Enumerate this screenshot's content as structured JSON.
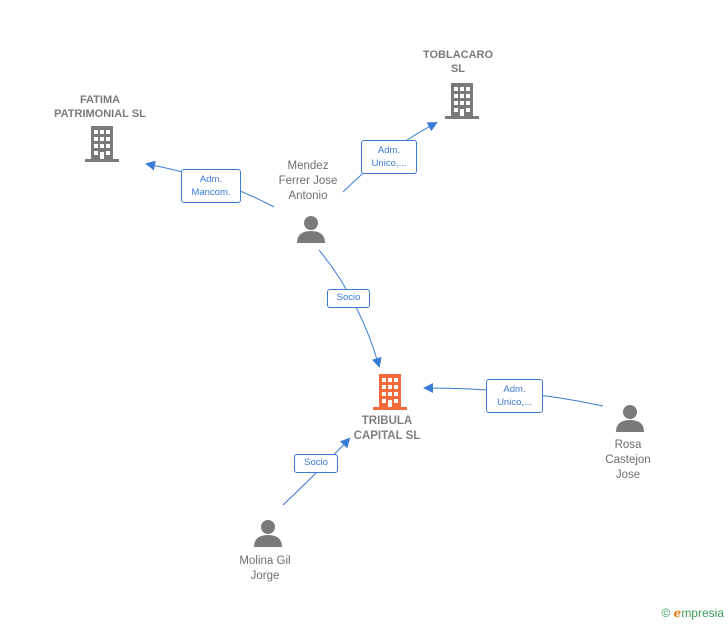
{
  "nodes": {
    "fatima": {
      "label": "FATIMA\nPATRIMONIAL SL",
      "icon": "building-icon"
    },
    "toblacaro": {
      "label": "TOBLACARO\nSL",
      "icon": "building-icon"
    },
    "mendez": {
      "label": "Mendez\nFerrer Jose\nAntonio",
      "icon": "person-icon"
    },
    "tribula": {
      "label": "TRIBULA\nCAPITAL  SL",
      "icon": "building-icon"
    },
    "rosa": {
      "label": "Rosa\nCastejon\nJose",
      "icon": "person-icon"
    },
    "molina": {
      "label": "Molina Gil\nJorge",
      "icon": "person-icon"
    }
  },
  "edges": {
    "mendez_fatima": "Adm.\nMancom.",
    "mendez_toblacaro": "Adm.\nUnico,...",
    "mendez_tribula": "Socio",
    "rosa_tribula": "Adm.\nUnico,...",
    "molina_tribula": "Socio"
  },
  "colors": {
    "edge": "#3a7bd5",
    "icon": "#7a7a7a",
    "main_icon": "#f26a3c"
  },
  "footer": {
    "copyright": "©",
    "brand_initial": "e",
    "brand_rest": "mpresia"
  }
}
